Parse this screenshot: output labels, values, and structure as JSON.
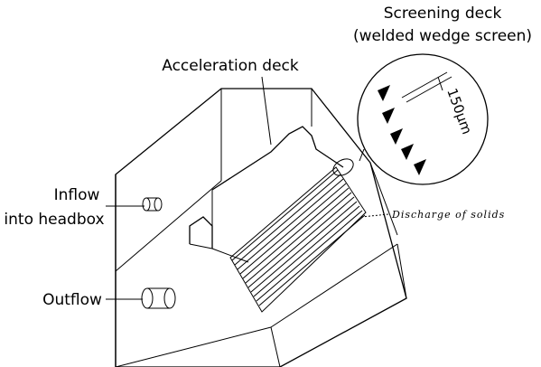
{
  "labels": {
    "screening_deck_line1": "Screening deck",
    "screening_deck_line2": "(welded wedge screen)",
    "acceleration_deck": "Acceleration deck",
    "inflow_line1": "Inflow",
    "inflow_line2": "into headbox",
    "outflow": "Outflow",
    "discharge": "Discharge of solids",
    "gap_size": "150µm"
  }
}
